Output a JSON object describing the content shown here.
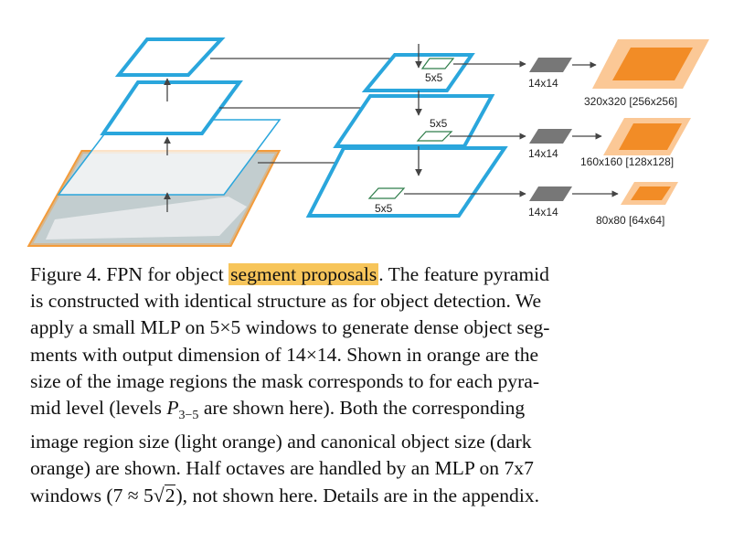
{
  "figure": {
    "labels": {
      "win_top": "5x5",
      "win_mid": "5x5",
      "win_bot": "5x5",
      "feat_top": "14x14",
      "feat_mid": "14x14",
      "feat_bot": "14x14",
      "size_top": "320x320 [256x256]",
      "size_mid": "160x160 [128x128]",
      "size_bot": "80x80 [64x64]"
    },
    "colors": {
      "pyramid_blue": "#2aa6dc",
      "mask_light_orange": "#fbc896",
      "mask_dark_orange": "#f28c26",
      "feature_gray": "#777777",
      "window_green": "#2e7d4a"
    },
    "icons": {
      "image_placeholder": "boat-photo-thumbnail"
    }
  },
  "caption": {
    "l1a": "Figure 4. FPN for object ",
    "l1hl": "segment proposals",
    "l1b": ". The feature pyramid",
    "l2": "is constructed with identical structure as for object detection. We",
    "l3": "apply a small MLP on 5×5 windows to generate dense object seg-",
    "l4": "ments with output dimension of 14×14. Shown in orange are the",
    "l5": "size of the image regions the mask corresponds to for each pyra-",
    "l6a": "mid level (levels ",
    "l6p": "P",
    "l6sub": "3−5",
    "l6b": " are shown here). Both the corresponding",
    "l7": "image region size (light orange) and canonical object size (dark",
    "l8": "orange) are shown. Half octaves are handled by an MLP on 7x7",
    "l9a": "windows (7 ≈ 5",
    "l9sqrtsym": "√",
    "l9rad": "2",
    "l9b": "), not shown here. Details are in the appendix."
  }
}
